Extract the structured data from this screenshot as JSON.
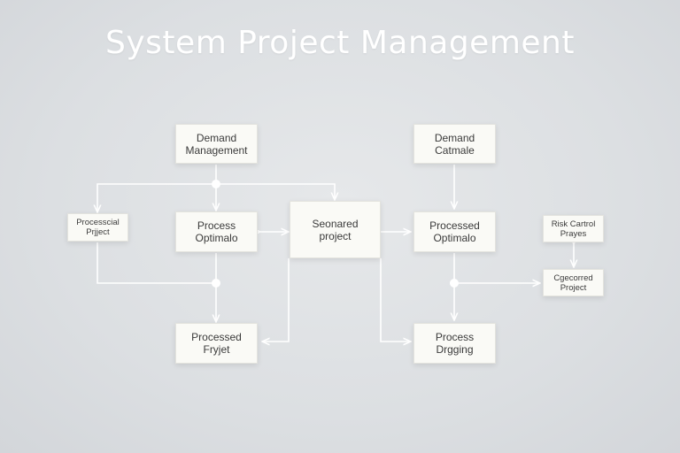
{
  "title": "System Project Management",
  "nodes": {
    "demand_management": {
      "line1": "Demand",
      "line2": "Management"
    },
    "demand_catmale": {
      "line1": "Demand",
      "line2": "Catmale"
    },
    "processcial_prjject": {
      "line1": "Processcial",
      "line2": "Prjject"
    },
    "process_optimalo": {
      "line1": "Process",
      "line2": "Optimalo"
    },
    "seonared_project": {
      "line1": "Seonared",
      "line2": "project"
    },
    "processed_optimalo": {
      "line1": "Processed",
      "line2": "Optimalo"
    },
    "risk_cartrol_prayes": {
      "line1": "Risk Cartrol",
      "line2": "Prayes"
    },
    "cgecorred_project": {
      "line1": "Cgecorred",
      "line2": "Project"
    },
    "processed_fryjet": {
      "line1": "Processed",
      "line2": "Fryjet"
    },
    "process_drgging": {
      "line1": "Process",
      "line2": "Drgging"
    }
  },
  "colors": {
    "connector": "#ffffff",
    "node_fill": "#fafaf6",
    "text": "#3a3a3a"
  }
}
